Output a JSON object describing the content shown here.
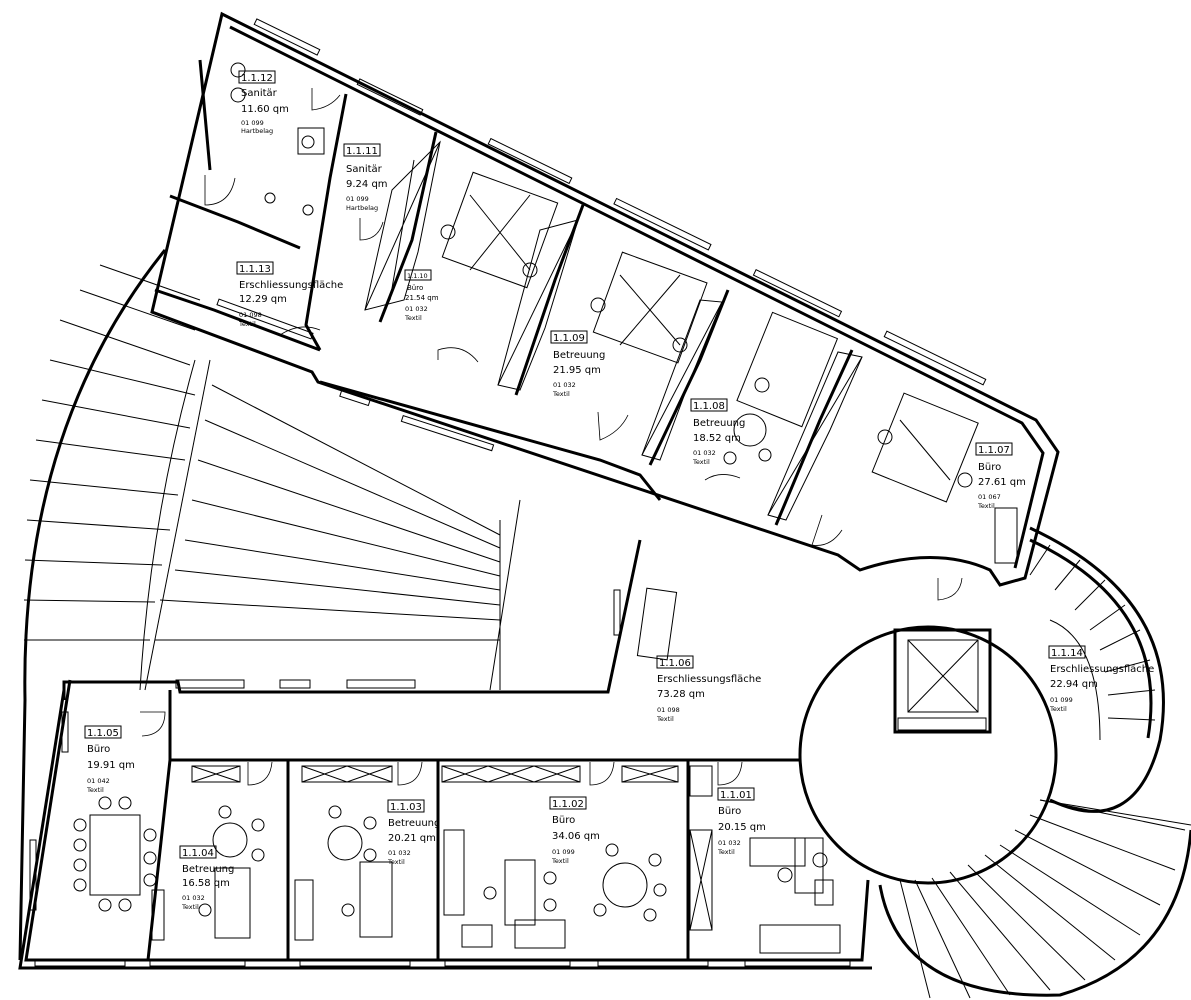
{
  "rooms": [
    {
      "key": "r1112",
      "id": "1.1.12",
      "name": "Sanitär",
      "area": "11.60 qm",
      "code": "01 099",
      "floor": "Hartbelag"
    },
    {
      "key": "r1111",
      "id": "1.1.11",
      "name": "Sanitär",
      "area": "9.24 qm",
      "code": "01 099",
      "floor": "Hartbelag"
    },
    {
      "key": "r1113",
      "id": "1.1.13",
      "name": "Erschliessungsfläche",
      "area": "12.29 qm",
      "code": "01 098",
      "floor": "Textil"
    },
    {
      "key": "r1110",
      "id": "1.1.10",
      "name": "Büro",
      "area": "21.54 qm",
      "code": "01 032",
      "floor": "Textil"
    },
    {
      "key": "r1109",
      "id": "1.1.09",
      "name": "Betreuung",
      "area": "21.95 qm",
      "code": "01 032",
      "floor": "Textil"
    },
    {
      "key": "r1108",
      "id": "1.1.08",
      "name": "Betreuung",
      "area": "18.52 qm",
      "code": "01 032",
      "floor": "Textil"
    },
    {
      "key": "r1107",
      "id": "1.1.07",
      "name": "Büro",
      "area": "27.61 qm",
      "code": "01 067",
      "floor": "Textil"
    },
    {
      "key": "r1114",
      "id": "1.1.14",
      "name": "Erschliessungsfläche",
      "area": "22.94 qm",
      "code": "01 099",
      "floor": "Textil"
    },
    {
      "key": "r1106",
      "id": "1.1.06",
      "name": "Erschliessungsfläche",
      "area": "73.28 qm",
      "code": "01 098",
      "floor": "Textil"
    },
    {
      "key": "r1105",
      "id": "1.1.05",
      "name": "Büro",
      "area": "19.91 qm",
      "code": "01 042",
      "floor": "Textil"
    },
    {
      "key": "r1104",
      "id": "1.1.04",
      "name": "Betreuung",
      "area": "16.58 qm",
      "code": "01 032",
      "floor": "Textil"
    },
    {
      "key": "r1103",
      "id": "1.1.03",
      "name": "Betreuung",
      "area": "20.21 qm",
      "code": "01 032",
      "floor": "Textil"
    },
    {
      "key": "r1102",
      "id": "1.1.02",
      "name": "Büro",
      "area": "34.06 qm",
      "code": "01 099",
      "floor": "Textil"
    },
    {
      "key": "r1101",
      "id": "1.1.01",
      "name": "Büro",
      "area": "20.15 qm",
      "code": "01 032",
      "floor": "Textil"
    }
  ]
}
